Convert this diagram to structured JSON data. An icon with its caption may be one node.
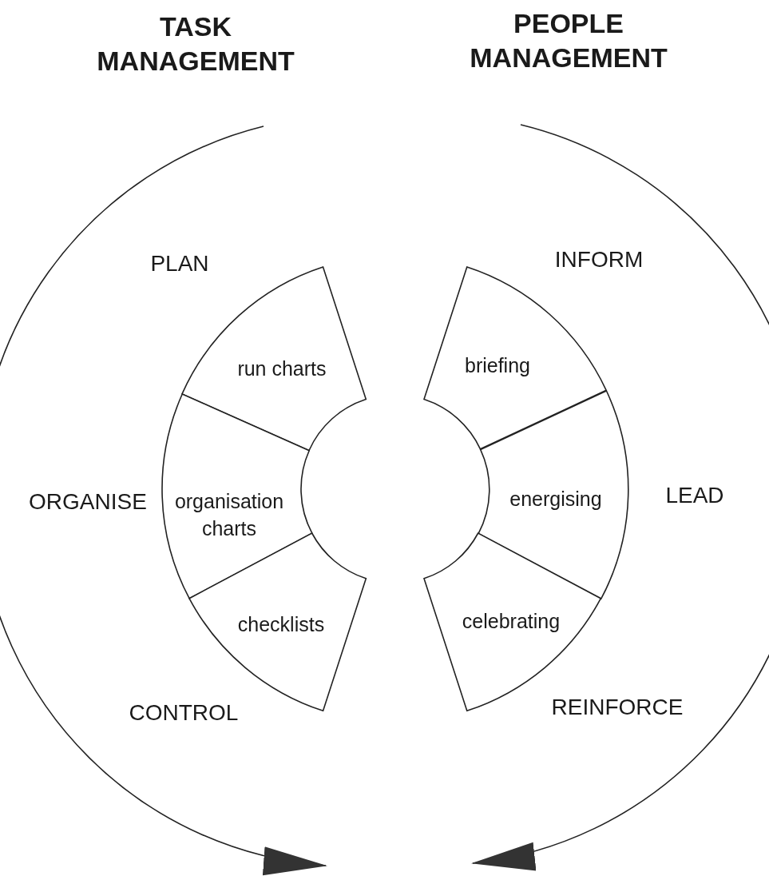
{
  "diagram": {
    "nodes": [
      {
        "text": [
          "TASK MANAGEMENT"
        ]
      },
      {
        "text": [
          "PEOPLE MANAGEMENT"
        ]
      },
      {
        "text": [
          "run charts"
        ]
      },
      {
        "text": [
          "organisation charts"
        ]
      },
      {
        "text": [
          "checklists"
        ]
      },
      {
        "text": [
          "briefing"
        ]
      },
      {
        "text": [
          "energising"
        ]
      },
      {
        "text": [
          "celebrating"
        ]
      }
    ],
    "edges": [
      {
        "from": 0,
        "to": null,
        "arrow": "to"
      },
      {
        "from": 1,
        "to": null,
        "arrow": "to"
      }
    ],
    "labels": [
      "PLAN",
      "INFORM",
      "ORGANISE",
      "LEAD",
      "CONTROL",
      "REINFORCE"
    ]
  }
}
